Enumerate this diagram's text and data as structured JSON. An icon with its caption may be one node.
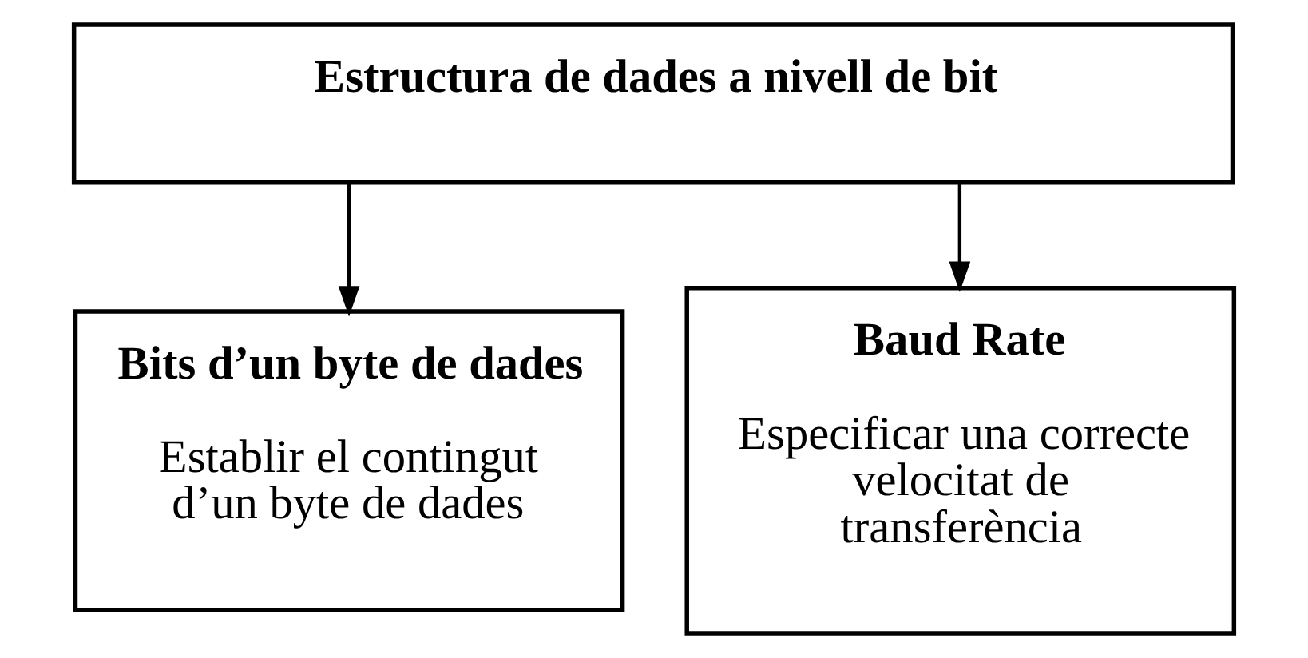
{
  "diagram": {
    "nodes": [
      {
        "text": [
          "Estructura de dades a nivell de bit"
        ]
      },
      {
        "text": [
          "Bits d’un byte de dades",
          "Establir el contingut d’un byte de dades"
        ]
      },
      {
        "text": [
          "Baud Rate",
          "Especificar una correcte velocitat de transferència"
        ]
      }
    ],
    "edges": [
      {
        "from": 0,
        "to": 1,
        "arrow": "to"
      },
      {
        "from": 0,
        "to": 2,
        "arrow": "to"
      }
    ]
  }
}
